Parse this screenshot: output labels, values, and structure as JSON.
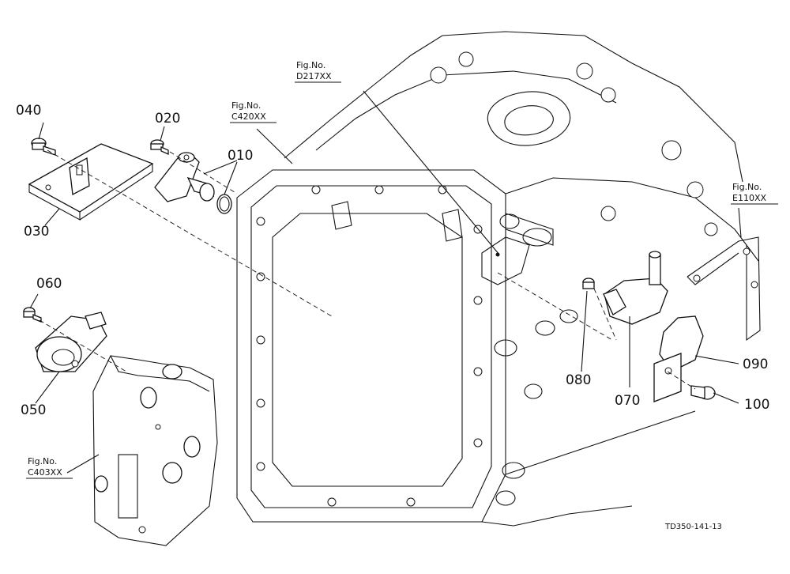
{
  "callouts": {
    "c010": "010",
    "c020": "020",
    "c030": "030",
    "c040": "040",
    "c050": "050",
    "c060": "060",
    "c070": "070",
    "c080": "080",
    "c090": "090",
    "c100": "100"
  },
  "figure_refs": {
    "d217": {
      "line1": "Fig.No.",
      "line2": "D217XX"
    },
    "c420": {
      "line1": "Fig.No.",
      "line2": "C420XX"
    },
    "e110": {
      "line1": "Fig.No.",
      "line2": "E110XX"
    },
    "c403": {
      "line1": "Fig.No.",
      "line2": "C403XX"
    }
  },
  "drawing_code": "TD350-141-13"
}
